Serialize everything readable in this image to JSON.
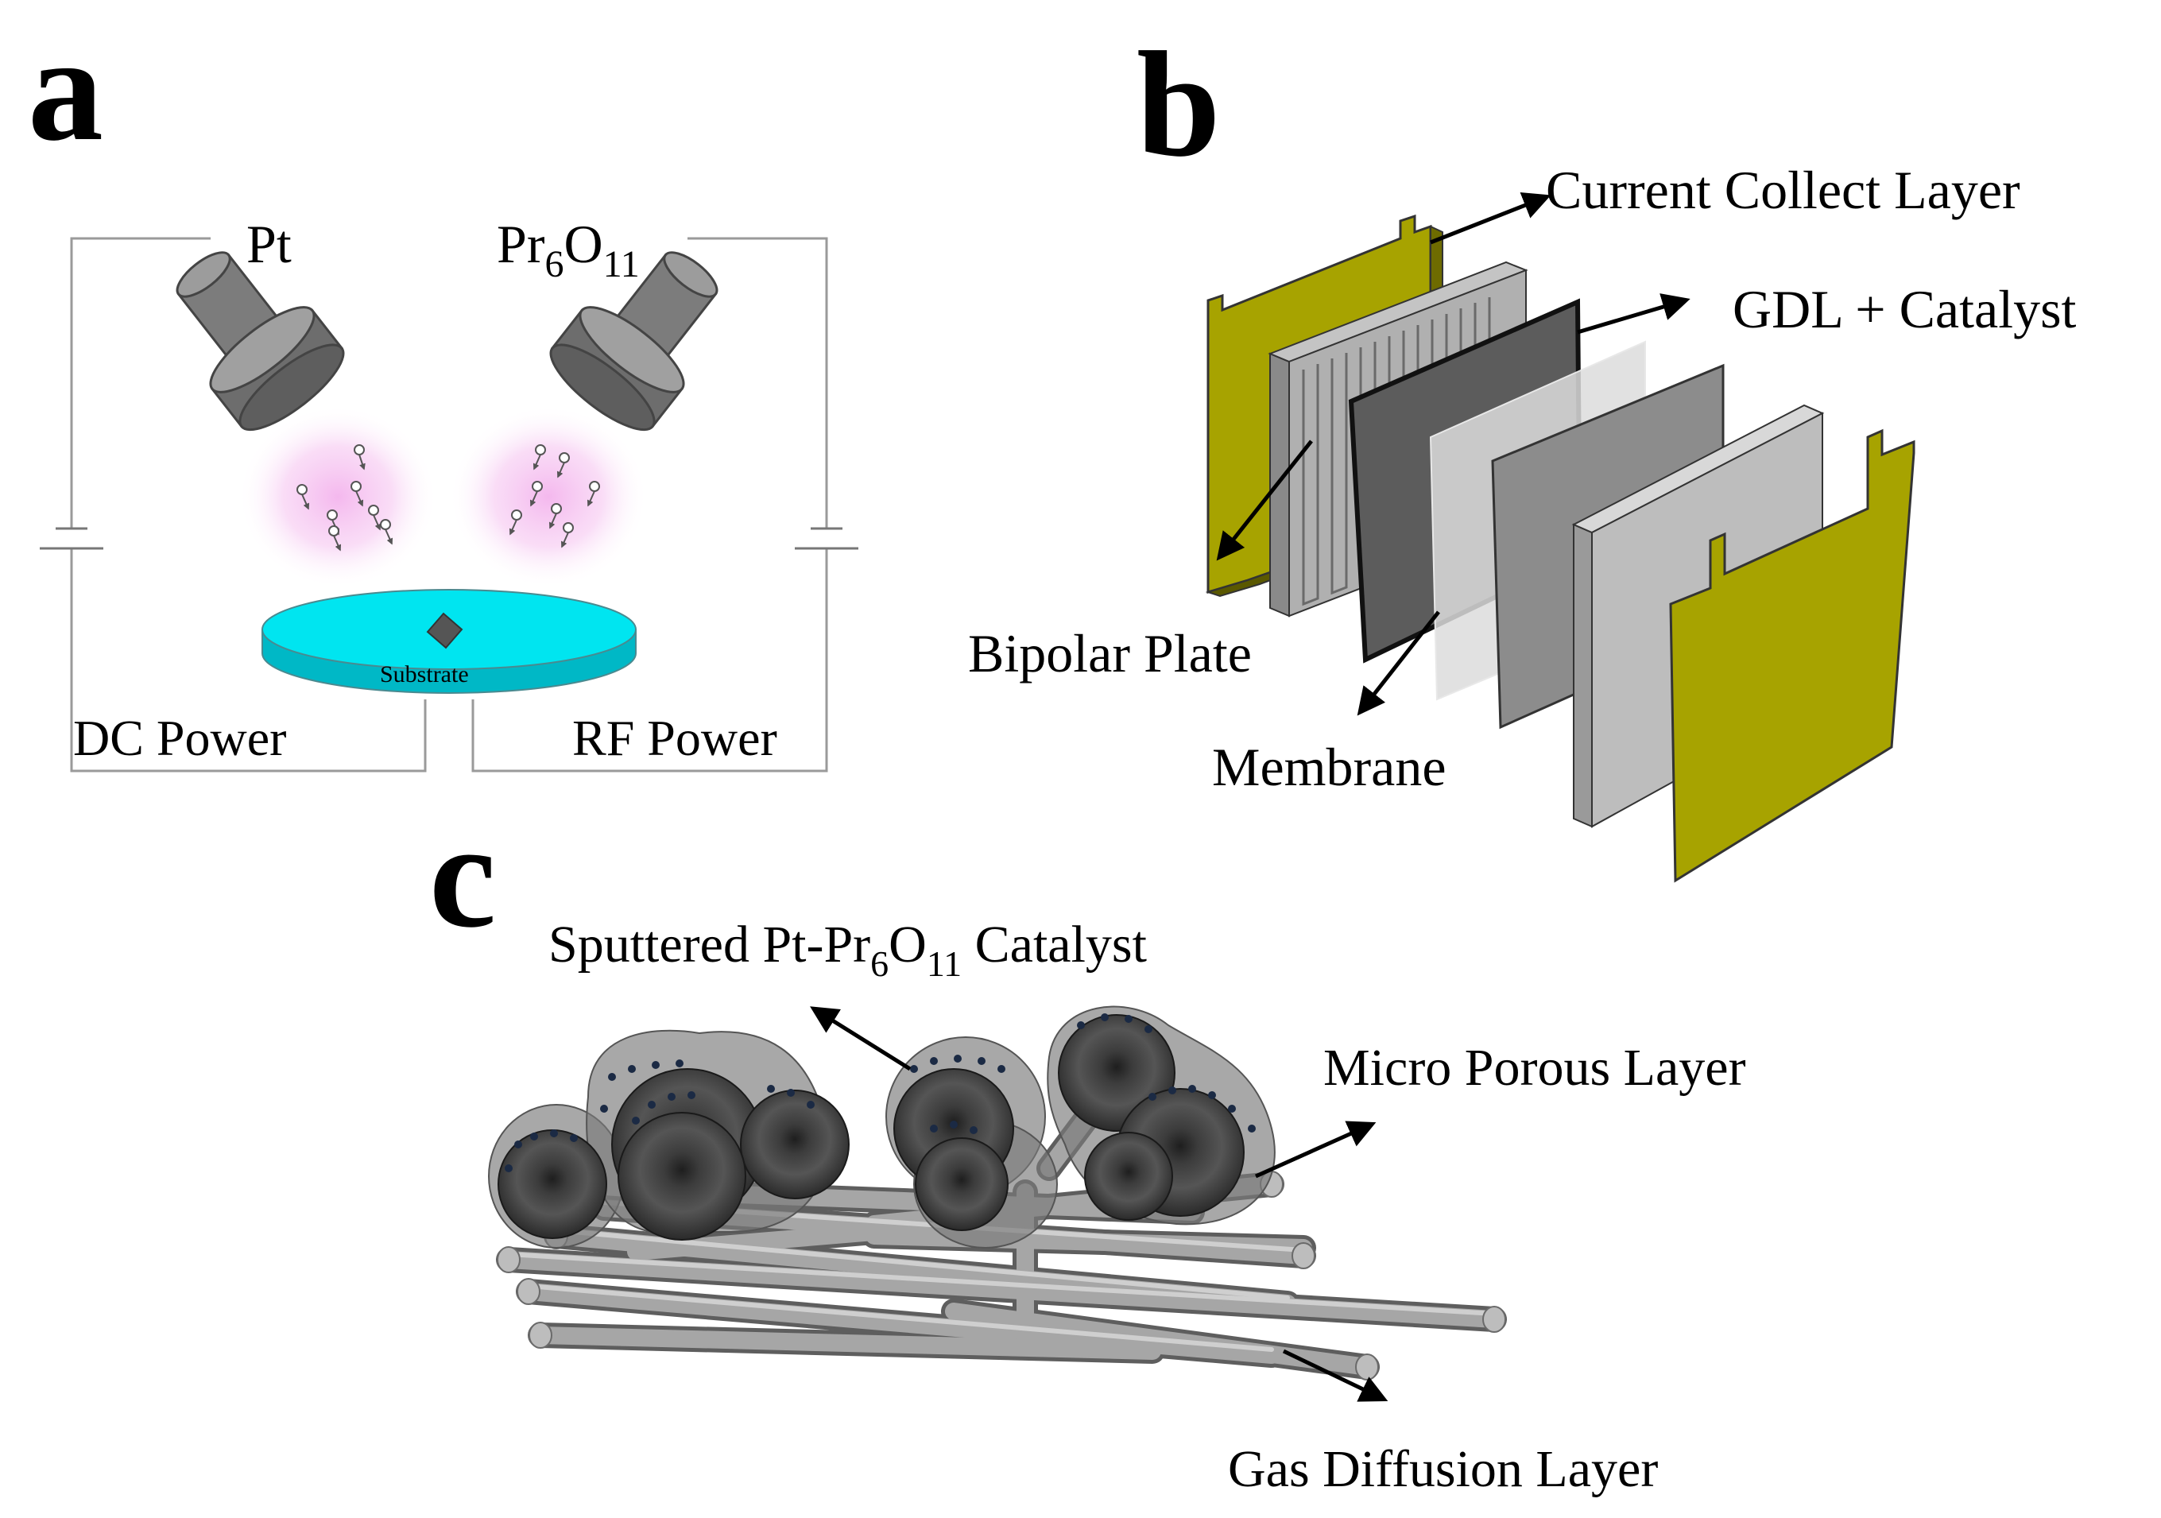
{
  "panels": {
    "a": {
      "letter": "a",
      "targets": [
        "Pt",
        "Pr6O11"
      ],
      "target_left": "Pt",
      "target_right": {
        "base": "Pr",
        "sub1": "6",
        "mid": "O",
        "sub2": "11"
      },
      "substrate_label": "Substrate",
      "dc_power": "DC Power",
      "rf_power": "RF Power"
    },
    "b": {
      "letter": "b",
      "current_collect": "Current Collect Layer",
      "gdl_catalyst": "GDL + Catalyst",
      "bipolar_plate": "Bipolar Plate",
      "membrane": "Membrane"
    },
    "c": {
      "letter": "c",
      "catalyst_label": {
        "prefix": "Sputtered Pt-Pr",
        "sub1": "6",
        "mid": "O",
        "sub2": "11",
        "suffix": " Catalyst"
      },
      "micro_porous": "Micro Porous Layer",
      "gas_diffusion": "Gas Diffusion Layer"
    }
  },
  "colors": {
    "cyan_substrate": "#00e5f0",
    "collector_olive": "#a8a200",
    "plasma_pink": "#f0a8e8",
    "gun_gray": "#7a7a7a",
    "sphere_dark": "#3a3a3a",
    "fiber_gray": "#9a9a9a"
  }
}
